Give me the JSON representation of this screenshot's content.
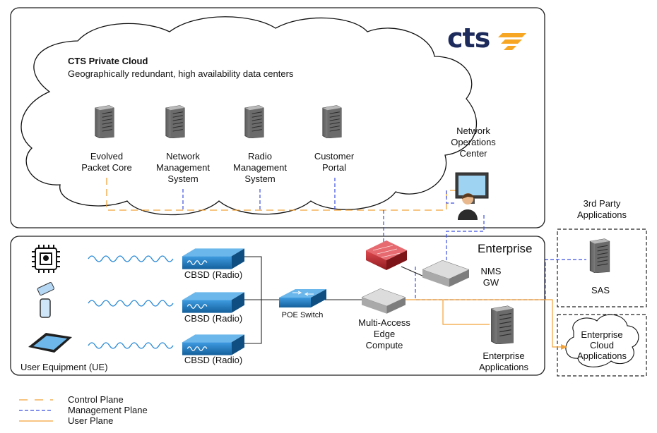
{
  "logo": {
    "text": "cts",
    "accent_color": "#f6a623",
    "text_color": "#1c2a5c"
  },
  "cloud": {
    "title": "CTS Private Cloud",
    "subtitle": "Geographically redundant, high availability data centers",
    "servers": [
      {
        "lines": [
          "Evolved",
          "Packet Core"
        ]
      },
      {
        "lines": [
          "Network",
          "Management",
          "System"
        ]
      },
      {
        "lines": [
          "Radio",
          "Management",
          "System"
        ]
      },
      {
        "lines": [
          "Customer",
          "Portal"
        ]
      }
    ]
  },
  "noc": {
    "lines": [
      "Network",
      "Operations",
      "Center"
    ]
  },
  "enterprise": {
    "title": "Enterprise",
    "radios": [
      "CBSD (Radio)",
      "CBSD (Radio)",
      "CBSD (Radio)"
    ],
    "poe_switch": "POE Switch",
    "mec": [
      "Multi-Access",
      "Edge",
      "Compute"
    ],
    "nms_gw": [
      "NMS",
      "GW"
    ],
    "apps": [
      "Enterprise",
      "Applications"
    ],
    "ue_label": "User Equipment (UE)"
  },
  "third_party": {
    "lines": [
      "3rd Party",
      "Applications"
    ],
    "sas": "SAS"
  },
  "ent_cloud": {
    "lines": [
      "Enterprise",
      "Cloud",
      "Applications"
    ]
  },
  "legend": {
    "items": [
      {
        "label": "Control Plane",
        "color": "#f2a23a",
        "style": "dashed-long"
      },
      {
        "label": "Management Plane",
        "color": "#3b4fe0",
        "style": "dashed"
      },
      {
        "label": "User Plane",
        "color": "#f2a23a",
        "style": "solid"
      }
    ]
  },
  "colors": {
    "control": "#f2a23a",
    "management": "#3b4fe0",
    "user": "#f2a23a",
    "radio": "#1f7fc8",
    "firewall": "#c0262d"
  }
}
